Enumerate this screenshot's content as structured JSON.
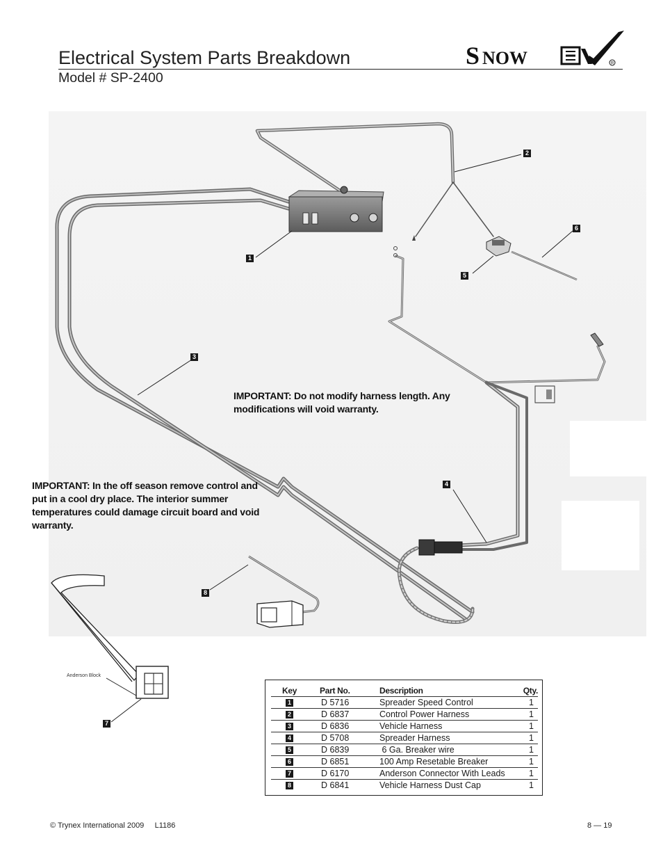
{
  "header": {
    "title": "Electrical System Parts Breakdown",
    "subtitle": "Model # SP-2400",
    "brand": "SnowEx"
  },
  "callouts": [
    "1",
    "2",
    "3",
    "4",
    "5",
    "6",
    "7",
    "8"
  ],
  "notes": {
    "harness_length": "IMPORTANT: Do not modify harness length.  Any modifications will void warranty.",
    "off_season": "IMPORTANT: In the off season remove control and put in a cool dry place.  The interior summer temperatures could damage circuit board and void warranty."
  },
  "labels": {
    "anderson_block": "Anderson Block"
  },
  "parts_table": {
    "headers": {
      "key": "Key",
      "part_no": "Part No.",
      "description": "Description",
      "qty": "Qty."
    },
    "rows": [
      {
        "key": "1",
        "part_no": "D 5716",
        "description": "Spreader Speed Control",
        "qty": "1"
      },
      {
        "key": "2",
        "part_no": "D 6837",
        "description": "Control Power Harness",
        "qty": "1"
      },
      {
        "key": "3",
        "part_no": "D 6836",
        "description": "Vehicle Harness",
        "qty": "1"
      },
      {
        "key": "4",
        "part_no": "D 5708",
        "description": "Spreader Harness",
        "qty": "1"
      },
      {
        "key": "5",
        "part_no": "D 6839",
        "description": " 6 Ga. Breaker wire",
        "qty": "1"
      },
      {
        "key": "6",
        "part_no": "D 6851",
        "description": "100 Amp Resetable Breaker",
        "qty": "1"
      },
      {
        "key": "7",
        "part_no": "D 6170",
        "description": "Anderson Connector With Leads",
        "qty": "1"
      },
      {
        "key": "8",
        "part_no": "D 6841",
        "description": "Vehicle Harness Dust Cap",
        "qty": "1"
      }
    ]
  },
  "footer": {
    "copyright": "© Trynex International 2009     L1186",
    "page": "8 — 19"
  }
}
